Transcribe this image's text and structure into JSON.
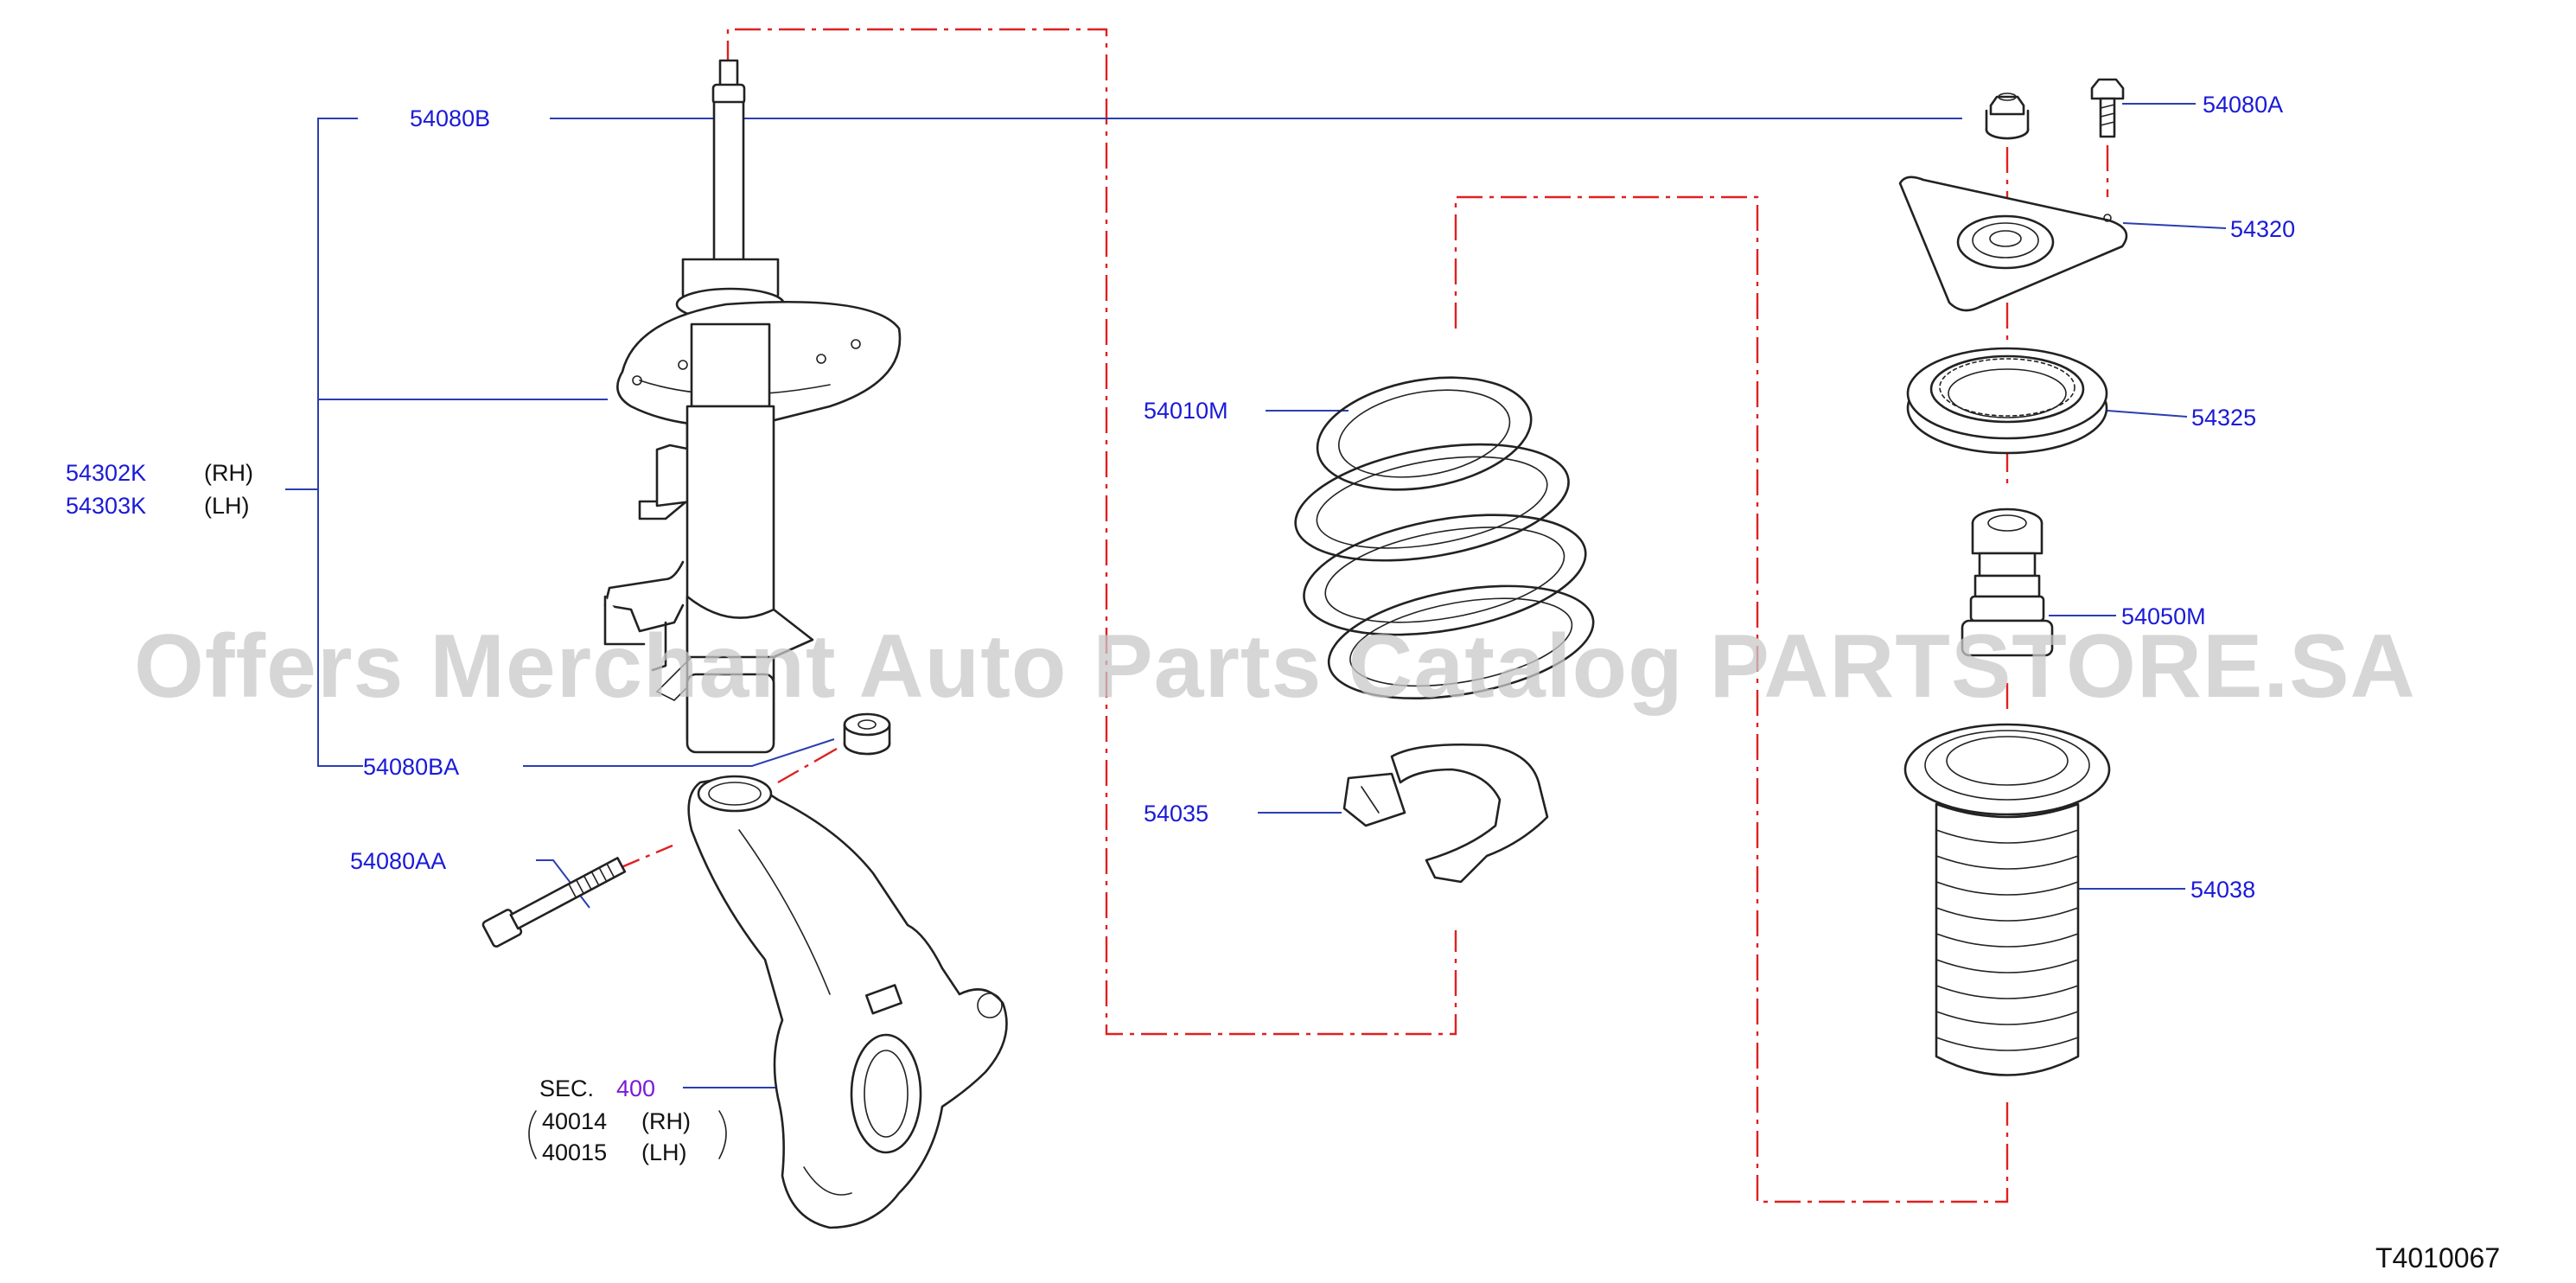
{
  "labels": {
    "p54080B": "54080B",
    "p54302K": "54302K",
    "p54302K_side": "(RH)",
    "p54303K": "54303K",
    "p54303K_side": "(LH)",
    "p54080BA": "54080BA",
    "p54080AA": "54080AA",
    "sec_prefix": "SEC.",
    "sec_number": "400",
    "p40014": "40014",
    "p40014_side": "(RH)",
    "p40015": "40015",
    "p40015_side": "(LH)",
    "p54010M": "54010M",
    "p54035": "54035",
    "p54080A": "54080A",
    "p54320": "54320",
    "p54325": "54325",
    "p54050M": "54050M",
    "p54038": "54038"
  },
  "diagram_code": "T4010067",
  "watermark": "Offers Merchant Auto Parts Catalog PARTSTORE.SA",
  "colors": {
    "label": "#1a1ad8",
    "section_ref": "#7a1ad8",
    "leader": "#2a3fb0",
    "assembly_line": "#e02020",
    "outline": "#222222"
  }
}
